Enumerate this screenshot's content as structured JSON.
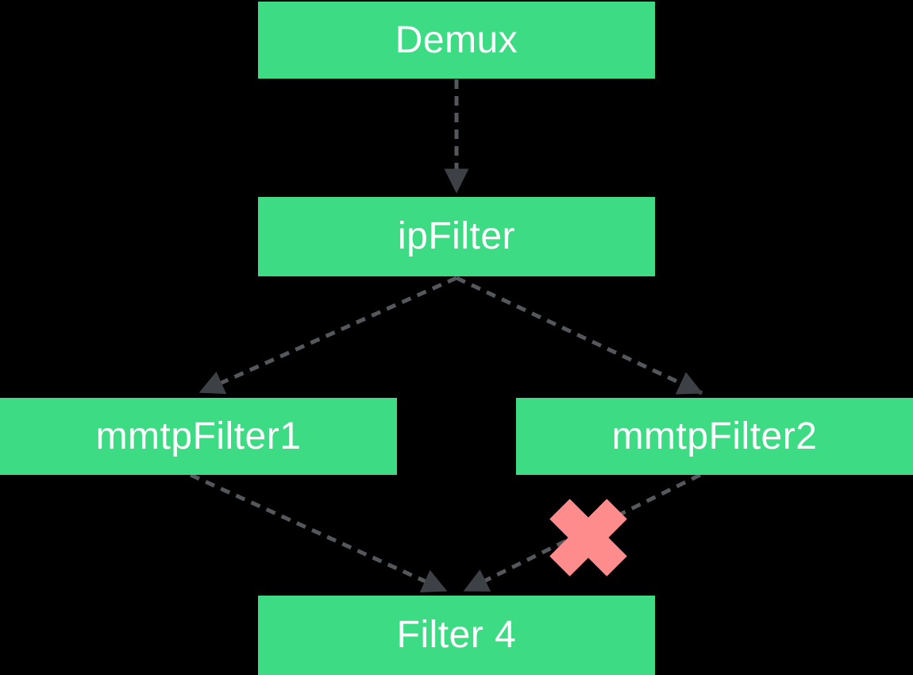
{
  "diagram": {
    "colors": {
      "background": "#000000",
      "node_fill": "#3ddc84",
      "node_text": "#ffffff",
      "connector": "#54575b",
      "arrowhead": "#3d4045",
      "broken_mark": "#ff8c8c"
    },
    "nodes": [
      {
        "id": "demux",
        "label": "Demux"
      },
      {
        "id": "ipFilter",
        "label": "ipFilter"
      },
      {
        "id": "mmtpFilter1",
        "label": "mmtpFilter1"
      },
      {
        "id": "mmtpFilter2",
        "label": "mmtpFilter2"
      },
      {
        "id": "filter4",
        "label": "Filter 4"
      }
    ],
    "edges": [
      {
        "from": "Demux",
        "to": "ipFilter",
        "style": "dashed-arrow",
        "broken": false
      },
      {
        "from": "ipFilter",
        "to": "mmtpFilter1",
        "style": "dashed-arrow",
        "broken": false
      },
      {
        "from": "ipFilter",
        "to": "mmtpFilter2",
        "style": "dashed-arrow",
        "broken": false
      },
      {
        "from": "mmtpFilter1",
        "to": "Filter 4",
        "style": "dashed-arrow",
        "broken": false
      },
      {
        "from": "mmtpFilter2",
        "to": "Filter 4",
        "style": "dashed-arrow",
        "broken": true
      }
    ]
  }
}
